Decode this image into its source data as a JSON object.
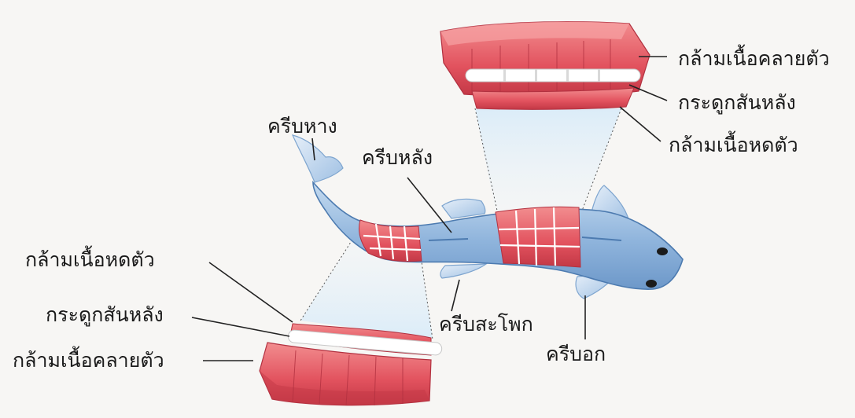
{
  "labels": {
    "tail_fin": "ครีบหาง",
    "dorsal_fin": "ครีบหลัง",
    "pelvic_fin": "ครีบสะโพก",
    "pectoral_fin": "ครีบอก",
    "top_relaxed_muscle": "กล้ามเนื้อคลายตัว",
    "top_spine": "กระดูกสันหลัง",
    "top_contracted_muscle": "กล้ามเนื้อหดตัว",
    "bottom_contracted_muscle": "กล้ามเนื้อหดตัว",
    "bottom_spine": "กระดูกสันหลัง",
    "bottom_relaxed_muscle": "กล้ามเนื้อคลายตัว"
  },
  "colors": {
    "background": "#f7f6f4",
    "fish_body": "#8fb4dc",
    "fish_body_light": "#c5dbf0",
    "fish_outline": "#4d7bb0",
    "muscle": "#e2525e",
    "muscle_light": "#f28d8f",
    "muscle_dark": "#c33846",
    "spine": "#ffffff",
    "leader_line": "#222222"
  },
  "icons": {
    "fish": "fish-illustration",
    "muscle_block": "muscle-segment-block"
  }
}
